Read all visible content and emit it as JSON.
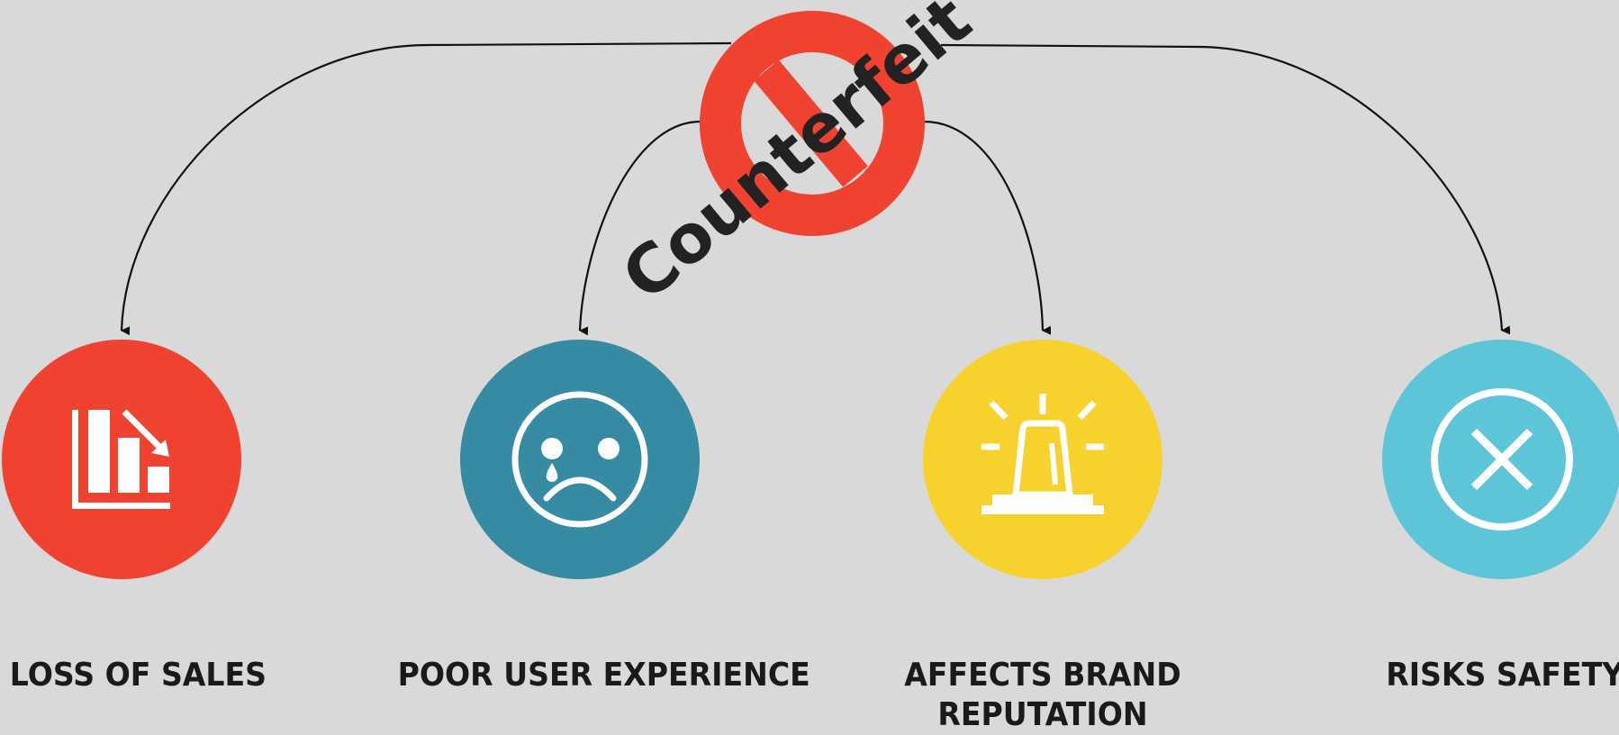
{
  "source": {
    "title": "Counterfeit",
    "icon": "prohibited-sign-icon",
    "color": "#f04230",
    "text_color": "#222222"
  },
  "impacts": [
    {
      "label_lines": [
        "LOSS OF SALES"
      ],
      "icon": "declining-bar-chart-icon",
      "color": "#f04230"
    },
    {
      "label_lines": [
        "POOR USER EXPERIENCE"
      ],
      "icon": "crying-sad-face-icon",
      "color": "#368aa2"
    },
    {
      "label_lines": [
        "AFFECTS BRAND",
        "REPUTATION"
      ],
      "icon": "alarm-siren-icon",
      "color": "#f7d22f"
    },
    {
      "label_lines": [
        "RISKS SAFETY"
      ],
      "icon": "circle-x-icon",
      "color": "#5ec4d7"
    }
  ],
  "background": "#d9d9d9",
  "icon_color": "#ffffff",
  "connector_color": "#111111"
}
